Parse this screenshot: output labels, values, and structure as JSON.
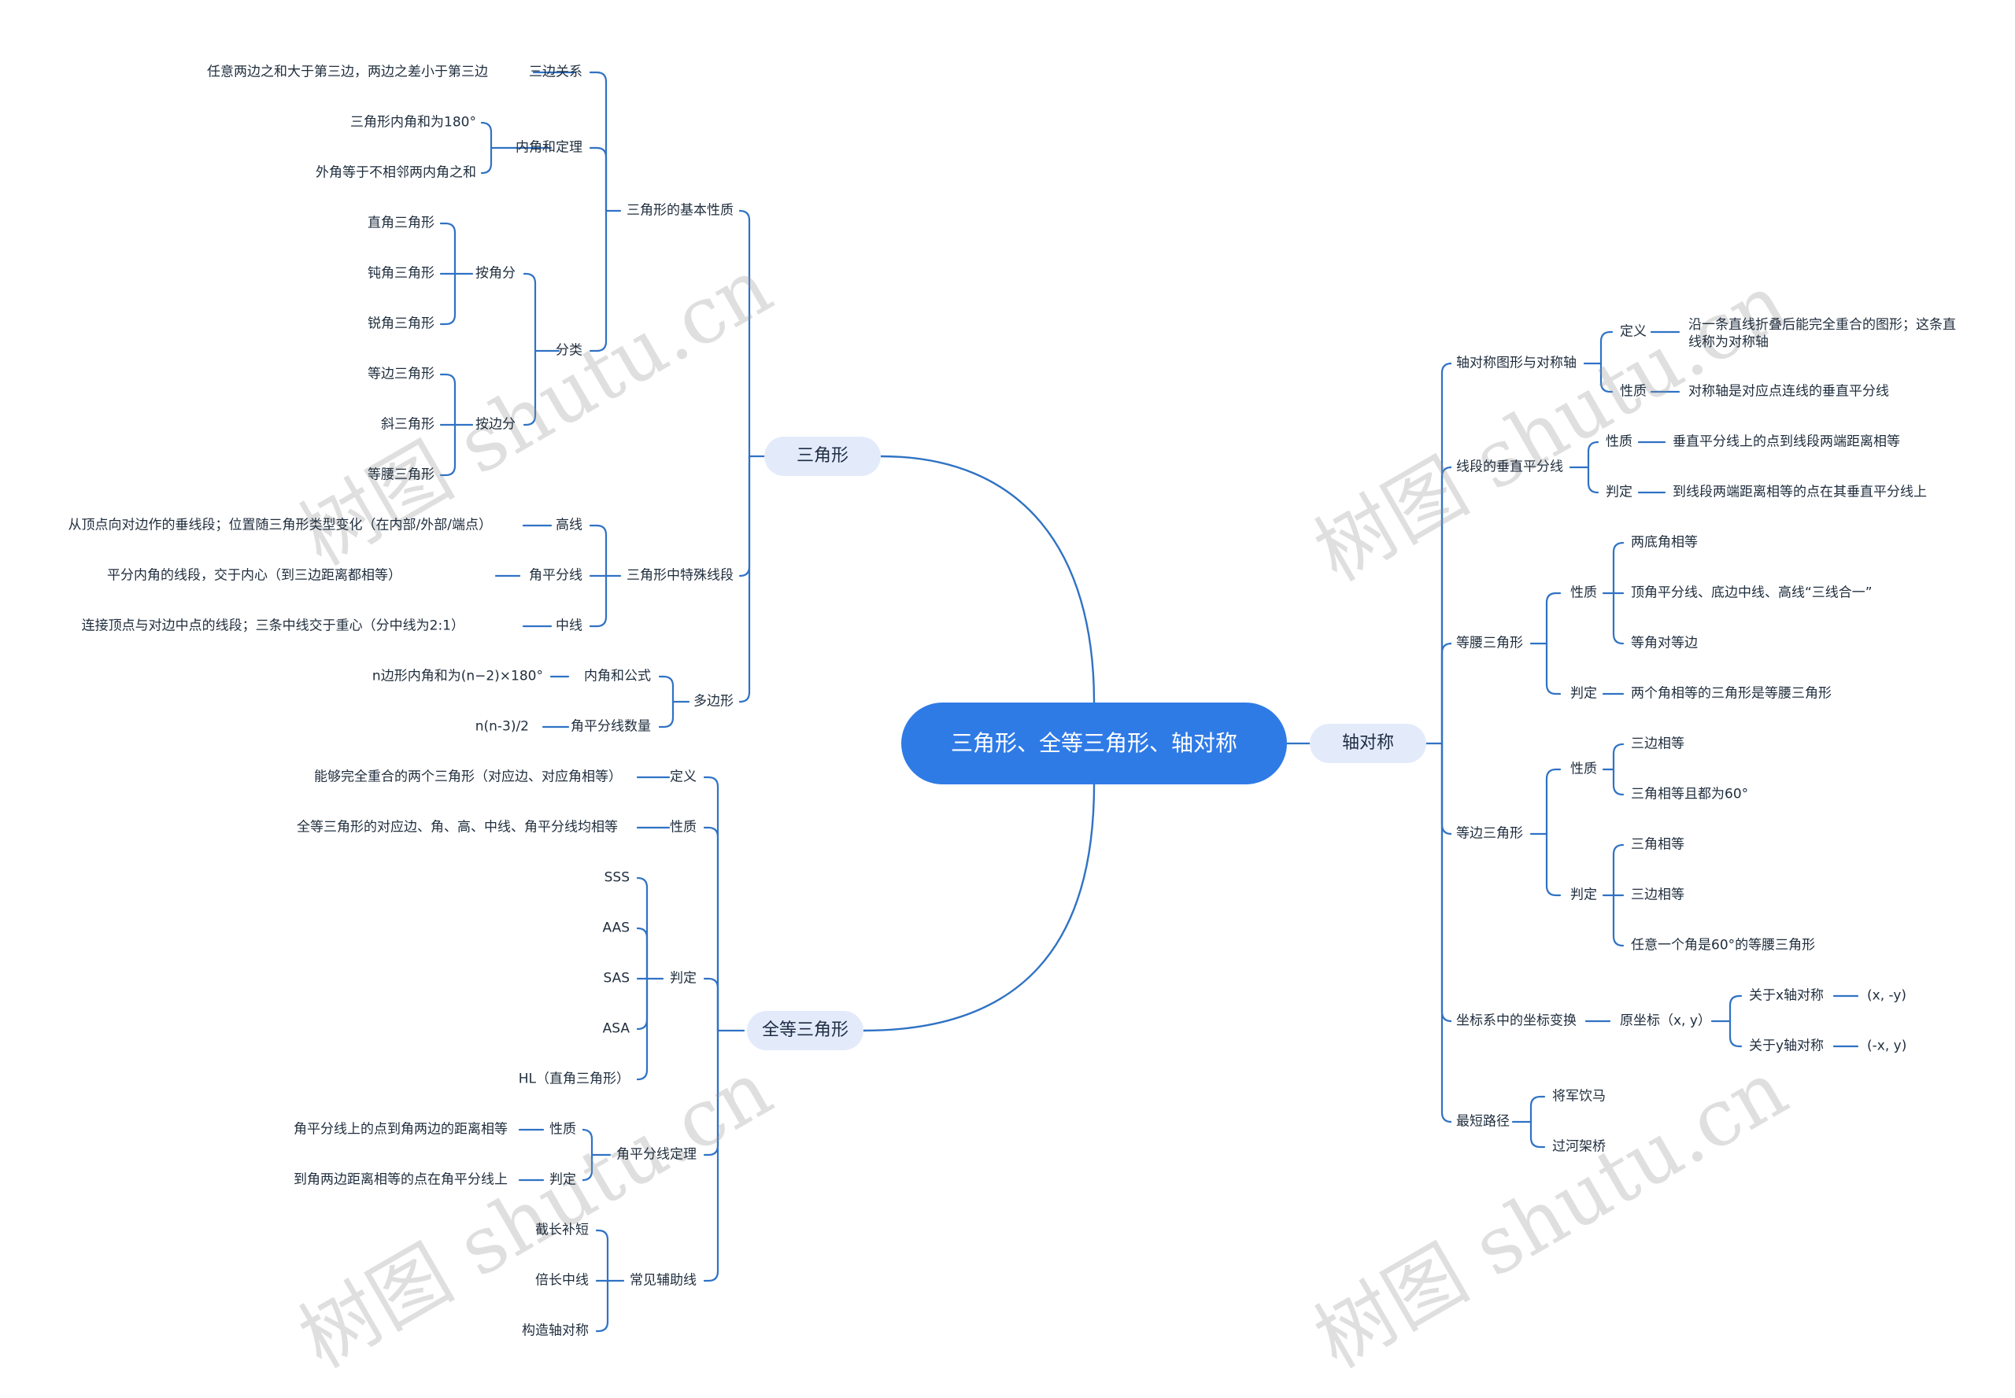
{
  "root": "三角形、全等三角形、轴对称",
  "watermark": "树图 shutu.cn",
  "colors": {
    "line": "#2f72c4",
    "root_bg": "#2f7be6",
    "pill_bg": "#e3ebfb"
  },
  "branches": {
    "triangle": {
      "label": "三角形",
      "basic": {
        "label": "三角形的基本性质",
        "sides": {
          "label": "三边关系",
          "text": "任意两边之和大于第三边，两边之差小于第三边"
        },
        "angle_sum": {
          "label": "内角和定理",
          "items": [
            "三角形内角和为180°",
            "外角等于不相邻两内角之和"
          ]
        },
        "classify": {
          "label": "分类",
          "by_angle": {
            "label": "按角分",
            "items": [
              "直角三角形",
              "钝角三角形",
              "锐角三角形"
            ]
          },
          "by_side": {
            "label": "按边分",
            "items": [
              "等边三角形",
              "斜三角形",
              "等腰三角形"
            ]
          }
        }
      },
      "special": {
        "label": "三角形中特殊线段",
        "height": {
          "label": "高线",
          "text": "从顶点向对边作的垂线段；位置随三角形类型变化（在内部/外部/端点）"
        },
        "bisector": {
          "label": "角平分线",
          "text": "平分内角的线段，交于内心（到三边距离都相等）"
        },
        "median": {
          "label": "中线",
          "text": "连接顶点与对边中点的线段；三条中线交于重心（分中线为2:1）"
        }
      },
      "polygon": {
        "label": "多边形",
        "interior": {
          "label": "内角和公式",
          "text": "n边形内角和为(n−2)×180°"
        },
        "diagonals": {
          "label": "角平分线数量",
          "text": "n(n-3)/2"
        }
      }
    },
    "congruent": {
      "label": "全等三角形",
      "definition": {
        "label": "定义",
        "text": "能够完全重合的两个三角形（对应边、对应角相等）"
      },
      "property": {
        "label": "性质",
        "text": "全等三角形的对应边、角、高、中线、角平分线均相等"
      },
      "judge": {
        "label": "判定",
        "items": [
          "SSS",
          "AAS",
          "SAS",
          "ASA",
          "HL（直角三角形）"
        ]
      },
      "bisector_theorem": {
        "label": "角平分线定理",
        "property": {
          "label": "性质",
          "text": "角平分线上的点到角两边的距离相等"
        },
        "judge": {
          "label": "判定",
          "text": "到角两边距离相等的点在角平分线上"
        }
      },
      "aux": {
        "label": "常见辅助线",
        "items": [
          "截长补短",
          "倍长中线",
          "构造轴对称"
        ]
      }
    },
    "symmetry": {
      "label": "轴对称",
      "axis": {
        "label": "轴对称图形与对称轴",
        "definition": {
          "label": "定义",
          "text": "沿一条直线折叠后能完全重合的图形；这条直线称为对称轴"
        },
        "property": {
          "label": "性质",
          "text": "对称轴是对应点连线的垂直平分线"
        }
      },
      "perp": {
        "label": "线段的垂直平分线",
        "property": {
          "label": "性质",
          "text": "垂直平分线上的点到线段两端距离相等"
        },
        "judge": {
          "label": "判定",
          "text": "到线段两端距离相等的点在其垂直平分线上"
        }
      },
      "isosceles": {
        "label": "等腰三角形",
        "property": {
          "label": "性质",
          "items": [
            "两底角相等",
            "顶角平分线、底边中线、高线“三线合一”",
            "等角对等边"
          ]
        },
        "judge": {
          "label": "判定",
          "text": "两个角相等的三角形是等腰三角形"
        }
      },
      "equilateral": {
        "label": "等边三角形",
        "property": {
          "label": "性质",
          "items": [
            "三边相等",
            "三角相等且都为60°"
          ]
        },
        "judge": {
          "label": "判定",
          "items": [
            "三角相等",
            "三边相等",
            "任意一个角是60°的等腰三角形"
          ]
        }
      },
      "coords": {
        "label": "坐标系中的坐标变换",
        "origin": {
          "label": "原坐标（x, y）"
        },
        "x_axis": {
          "label": "关于x轴对称",
          "value": "(x, -y)"
        },
        "y_axis": {
          "label": "关于y轴对称",
          "value": "(-x, y)"
        }
      },
      "shortest": {
        "label": "最短路径",
        "items": [
          "将军饮马",
          "过河架桥"
        ]
      }
    }
  }
}
